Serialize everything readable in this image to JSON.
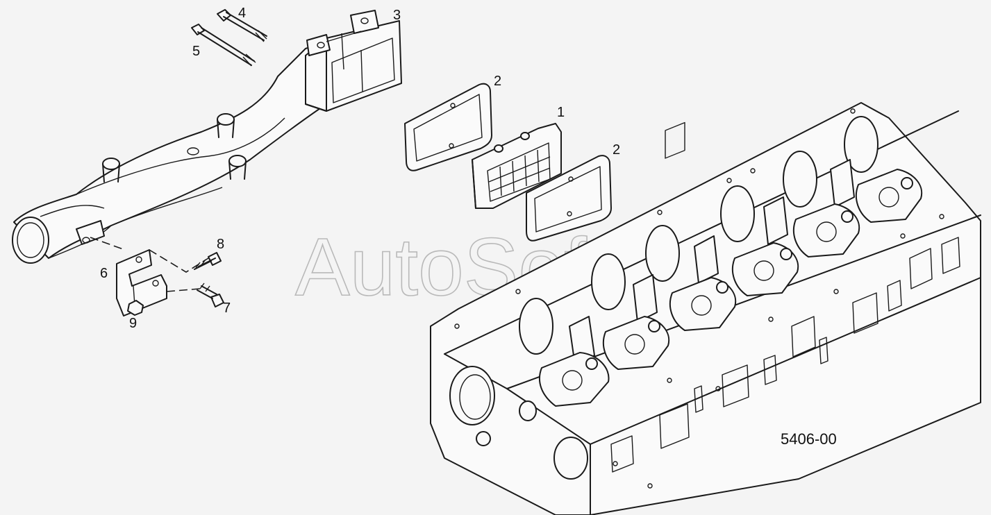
{
  "watermark": "AutoSoft",
  "drawing_code": "5406-00",
  "callouts": {
    "c1": "1",
    "c2a": "2",
    "c2b": "2",
    "c3": "3",
    "c4": "4",
    "c5": "5",
    "c6": "6",
    "c7": "7",
    "c8": "8",
    "c9": "9"
  },
  "colors": {
    "line": "#1a1a1a",
    "background": "#f4f4f4",
    "watermark": "#b9b9b9"
  }
}
